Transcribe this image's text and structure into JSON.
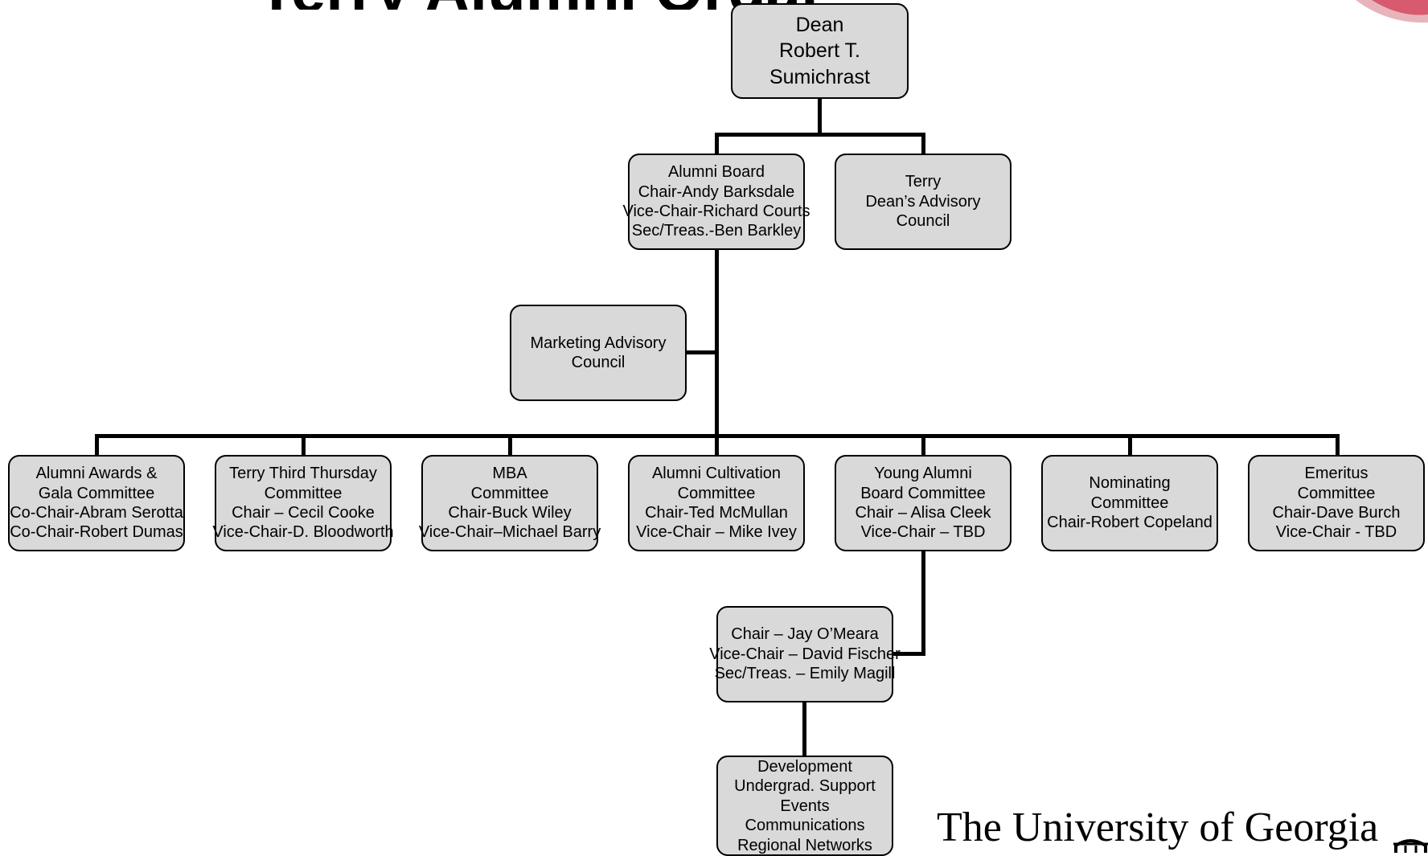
{
  "title_fragment": "Terry Alumni Organizational Chart",
  "dean": {
    "lines": [
      "Dean",
      "Robert T.",
      "Sumichrast"
    ]
  },
  "alumni_board": {
    "lines": [
      "Alumni Board",
      "Chair-Andy Barksdale",
      "Vice-Chair-Richard Courts",
      "Sec/Treas.-Ben Barkley"
    ]
  },
  "deans_advisory": {
    "lines": [
      "Terry",
      "Dean’s Advisory",
      "Council"
    ]
  },
  "marketing_advisory": {
    "lines": [
      "Marketing Advisory",
      "Council"
    ]
  },
  "committees": [
    {
      "lines": [
        "Alumni Awards &",
        "Gala Committee",
        "Co-Chair-Abram Serotta",
        "Co-Chair-Robert Dumas"
      ]
    },
    {
      "lines": [
        "Terry Third Thursday",
        "Committee",
        "Chair – Cecil Cooke",
        "Vice-Chair-D. Bloodworth"
      ]
    },
    {
      "lines": [
        "MBA",
        "Committee",
        "Chair-Buck Wiley",
        "Vice-Chair–Michael Barry"
      ]
    },
    {
      "lines": [
        "Alumni Cultivation",
        "Committee",
        "Chair-Ted McMullan",
        "Vice-Chair – Mike Ivey"
      ]
    },
    {
      "lines": [
        "Young Alumni",
        "Board Committee",
        "Chair – Alisa Cleek",
        "Vice-Chair – TBD"
      ]
    },
    {
      "lines": [
        "Nominating",
        "Committee",
        "Chair-Robert Copeland"
      ]
    },
    {
      "lines": [
        "Emeritus",
        "Committee",
        "Chair-Dave Burch",
        "Vice-Chair - TBD"
      ]
    }
  ],
  "young_alumni_board": {
    "lines": [
      "Chair – Jay O’Meara",
      "Vice-Chair – David Fischer",
      "Sec/Treas. – Emily Magill"
    ]
  },
  "subcommittees": {
    "lines": [
      "Development",
      "Undergrad. Support",
      "Events",
      "Communications",
      "Regional Networks"
    ]
  },
  "logo": {
    "text": "The University of Georgia"
  },
  "colors": {
    "box_fill": "#d9d9d9",
    "border": "#000000",
    "swoosh": "#c8102e"
  }
}
